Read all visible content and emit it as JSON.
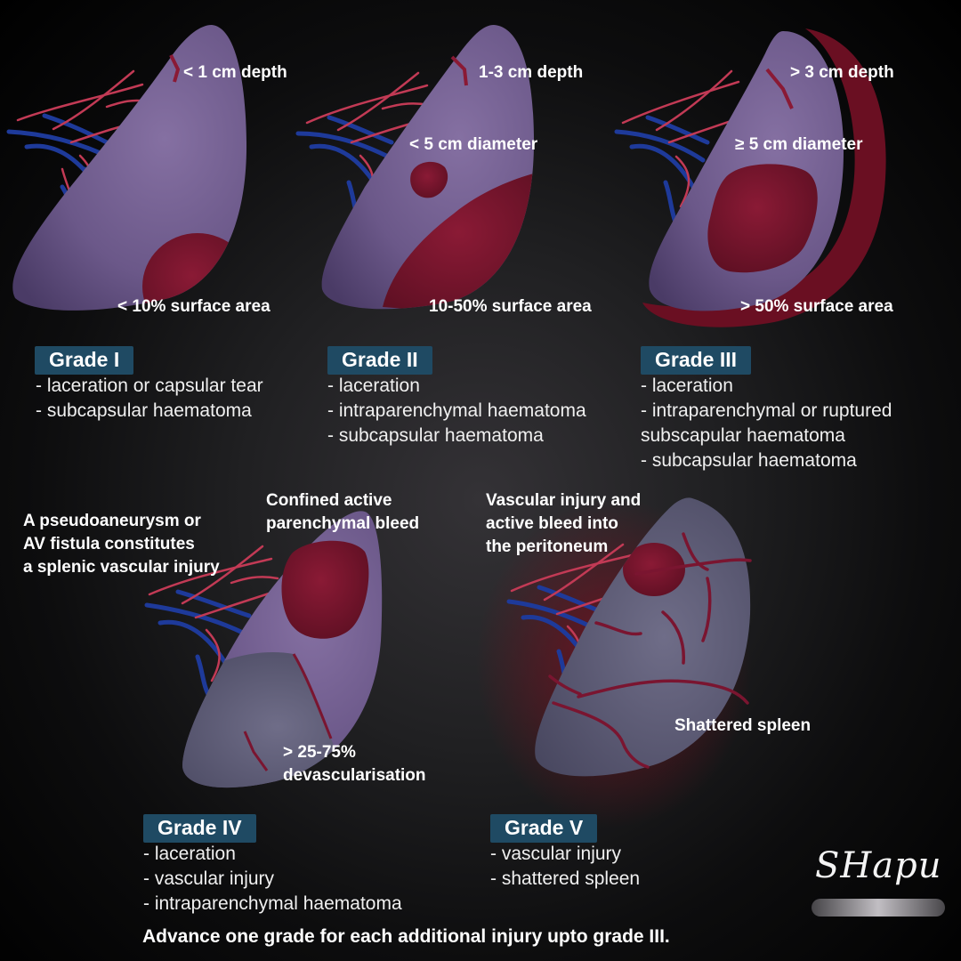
{
  "grades": [
    {
      "title": "Grade I",
      "features": [
        "- laceration or capsular tear",
        "- subcapsular haematoma"
      ],
      "annotations": [
        "< 1 cm depth",
        "< 10% surface area"
      ]
    },
    {
      "title": "Grade II",
      "features": [
        "- laceration",
        "- intraparenchymal haematoma",
        "- subcapsular haematoma"
      ],
      "annotations": [
        "1-3 cm depth",
        "< 5 cm diameter",
        "10-50% surface area"
      ]
    },
    {
      "title": "Grade III",
      "features": [
        "- laceration",
        "- intraparenchymal or ruptured",
        "subscapular haematoma",
        "- subcapsular haematoma"
      ],
      "annotations": [
        "> 3 cm depth",
        "≥ 5 cm diameter",
        "> 50% surface area"
      ]
    },
    {
      "title": "Grade IV",
      "features": [
        "- laceration",
        "- vascular injury",
        "- intraparenchymal haematoma"
      ],
      "annotations": [
        "A pseudoaneurysm or",
        "AV fistula constitutes",
        "a splenic vascular injury",
        "Confined active",
        "parenchymal bleed",
        "> 25-75%",
        "devascularisation"
      ]
    },
    {
      "title": "Grade V",
      "features": [
        "- vascular injury",
        "- shattered spleen"
      ],
      "annotations": [
        "Vascular injury and",
        "active bleed into",
        "the peritoneum",
        "Shattered spleen"
      ]
    }
  ],
  "footer_note": "Advance one grade for each additional injury upto grade III.",
  "signature": "SHapu",
  "colors": {
    "background": "#000000",
    "spleen": "#6e5a8a",
    "devascularised": "#5a5a70",
    "haematoma": "#7a1530",
    "artery": "#c23a55",
    "vein": "#1e3a9a",
    "badge": "#1f4a63"
  }
}
